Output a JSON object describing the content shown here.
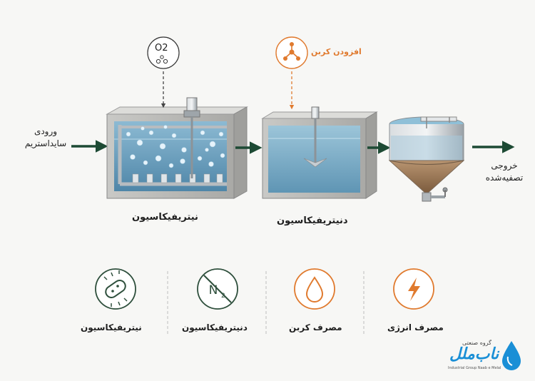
{
  "inlet": {
    "line1": "ورودی",
    "line2": "سایداستریم"
  },
  "outlet": {
    "line1": "خروجی",
    "line2": "تصفیه‌شده"
  },
  "oxygen_badge": {
    "label": "O2"
  },
  "carbon_badge": {
    "label": "افزودن کربن"
  },
  "tanks": {
    "nitrification": "نیتریفیکاسیون",
    "denitrification": "دنیتریفیکاسیون"
  },
  "features": [
    {
      "label": "نیتریفیکاسیون",
      "icon": "bacteria-icon",
      "color": "#2e4f3c"
    },
    {
      "label": "دنیتریفیکاسیون",
      "icon": "no-n2-icon",
      "color": "#2e4f3c"
    },
    {
      "label": "مصرف کربن",
      "icon": "droplet-icon",
      "color": "#e07a2e"
    },
    {
      "label": "مصرف انرژی",
      "icon": "lightning-icon",
      "color": "#e07a2e"
    }
  ],
  "logo": {
    "top": "گروه صنعتی",
    "name": "ناب‌ملل",
    "en": "Industrial Group Naab e Melal"
  },
  "colors": {
    "arrow": "#1d4a34",
    "water": "#6fa4c4",
    "sludge": "#a07a55",
    "accent": "#e07a2e",
    "dark_green": "#2e4f3c"
  }
}
